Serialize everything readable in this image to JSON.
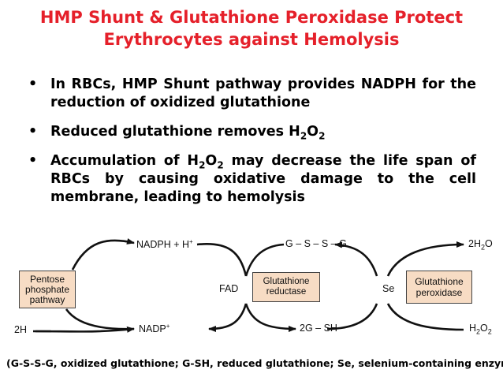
{
  "title": {
    "line1": "HMP Shunt & Glutathione Peroxidase Protect",
    "line2": "Erythrocytes against Hemolysis"
  },
  "bullets": [
    {
      "text_a": "In RBCs, HMP Shunt pathway provides NADPH for the reduction of oxidized glutathione"
    },
    {
      "text_a": "Reduced glutathione removes H",
      "sub1": "2",
      "text_b": "O",
      "sub2": "2"
    },
    {
      "text_a": "Accumulation of H",
      "sub1": "2",
      "text_b": "O",
      "sub2": "2",
      "text_c": " may decrease the life span of RBCs by causing oxidative damage to the cell membrane, leading to hemolysis"
    }
  ],
  "diagram": {
    "boxes": {
      "pentose": "Pentose phosphate pathway",
      "glut_reductase": "Glutathione reductase",
      "glut_peroxidase": "Glutathione peroxidase"
    },
    "labels": {
      "nadph": "NADPH + H",
      "nadph_sup": "+",
      "nadp": "NADP",
      "nadp_sup": "+",
      "two_h": "2H",
      "fad": "FAD",
      "gssg": "G – S – S – G",
      "two_gsh": "2G – SH",
      "se": "Se",
      "h2o_a": "2H",
      "h2o_sub": "2",
      "h2o_b": "O",
      "h2o2_a": "H",
      "h2o2_sub1": "2",
      "h2o2_b": "O",
      "h2o2_sub2": "2"
    }
  },
  "footnote": "(G-S-S-G, oxidized glutathione; G-SH, reduced glutathione; Se, selenium-containing enzyme)",
  "colors": {
    "title": "#e5202a",
    "box_fill": "#f7dcc4"
  }
}
